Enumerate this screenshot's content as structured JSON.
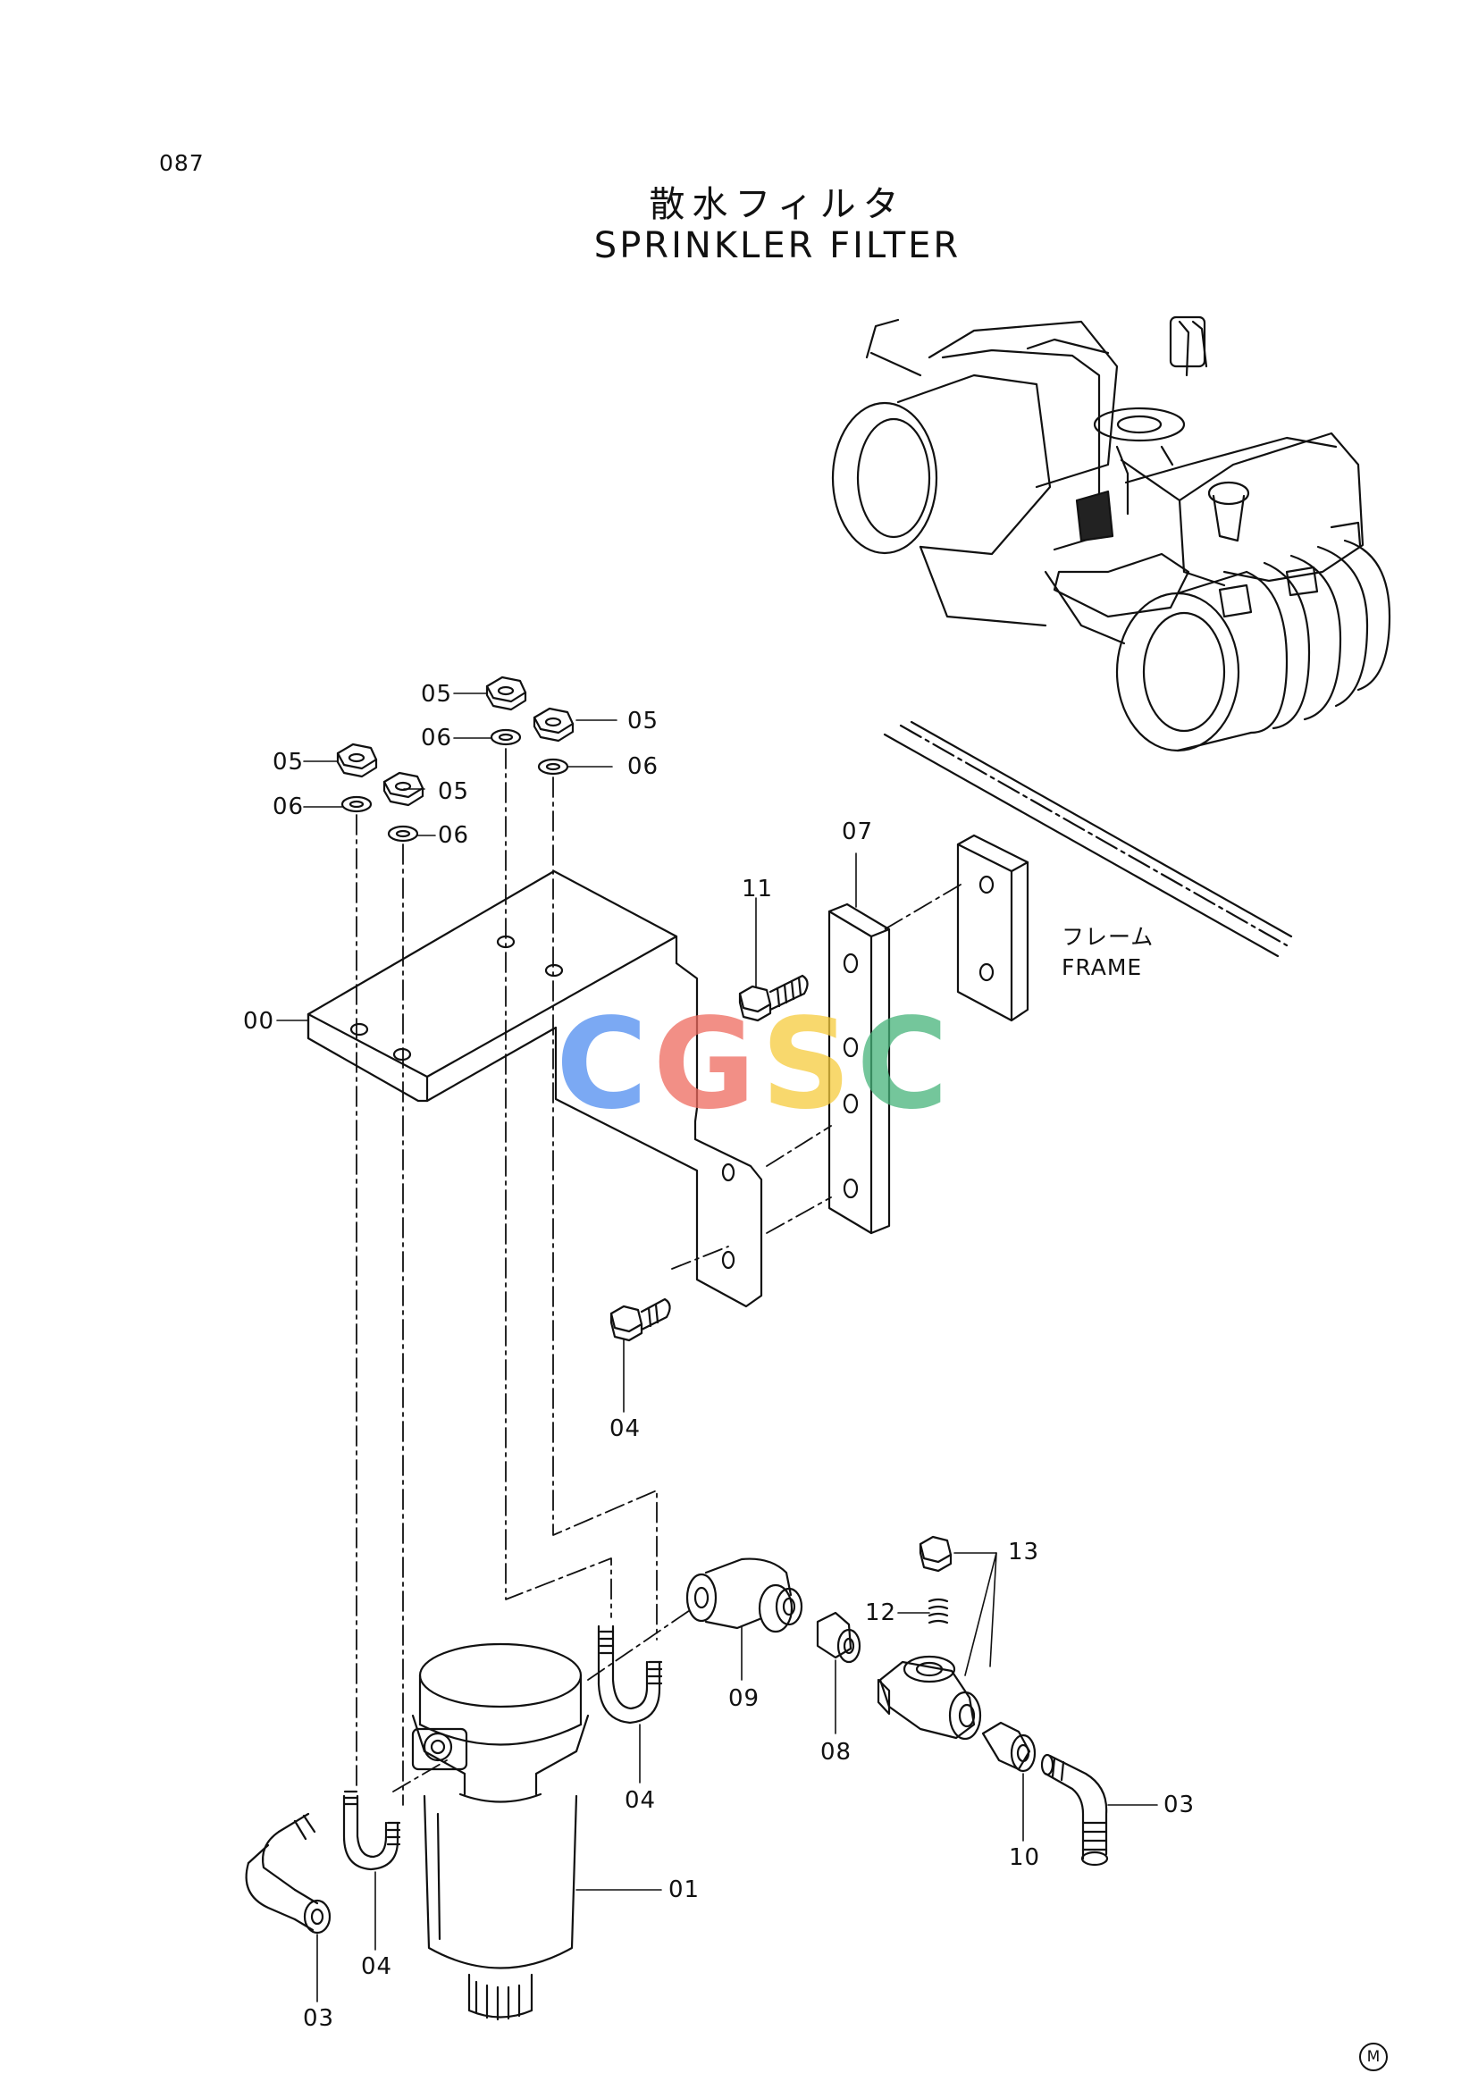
{
  "page_number": "087",
  "title_jp": "散水フィルタ",
  "title_en": "SPRINKLER FILTER",
  "frame_label_jp": "フレーム",
  "frame_label_en": "FRAME",
  "mark": "M",
  "watermark": {
    "letters": [
      "C",
      "G",
      "S",
      "C"
    ],
    "colors": [
      "#4f8df0",
      "#ee6a5e",
      "#f6cb3d",
      "#46b37a"
    ]
  },
  "callouts": [
    "05",
    "06",
    "05",
    "06",
    "05",
    "06",
    "05",
    "06",
    "00",
    "07",
    "11",
    "04",
    "13",
    "12",
    "09",
    "08",
    "04",
    "03",
    "10",
    "01",
    "04",
    "03"
  ]
}
